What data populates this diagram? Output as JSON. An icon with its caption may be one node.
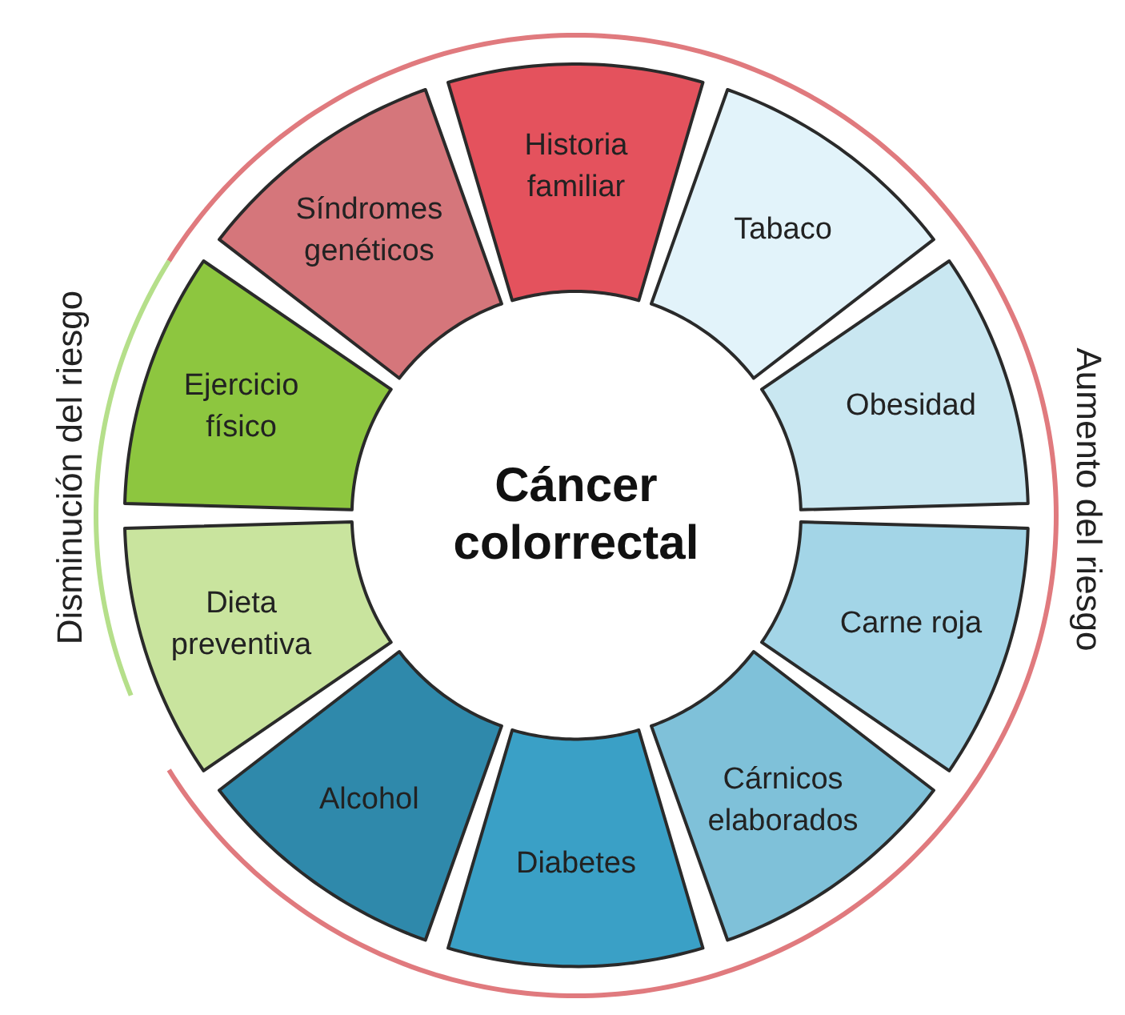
{
  "diagram": {
    "nodes": [
      {
        "text": [
          "Cáncer colorrectal"
        ]
      },
      {
        "text": [
          "Historia familiar"
        ]
      },
      {
        "text": [
          "Tabaco"
        ]
      },
      {
        "text": [
          "Obesidad"
        ]
      },
      {
        "text": [
          "Carne roja"
        ]
      },
      {
        "text": [
          "Cárnicos elaborados"
        ]
      },
      {
        "text": [
          "Diabetes"
        ]
      },
      {
        "text": [
          "Alcohol"
        ]
      },
      {
        "text": [
          "Dieta preventiva"
        ]
      },
      {
        "text": [
          "Ejercicio físico"
        ]
      },
      {
        "text": [
          "Síndromes genéticos"
        ]
      }
    ],
    "edges": [],
    "labels": [
      "Disminución del riesgo",
      "Aumento del riesgo"
    ]
  }
}
